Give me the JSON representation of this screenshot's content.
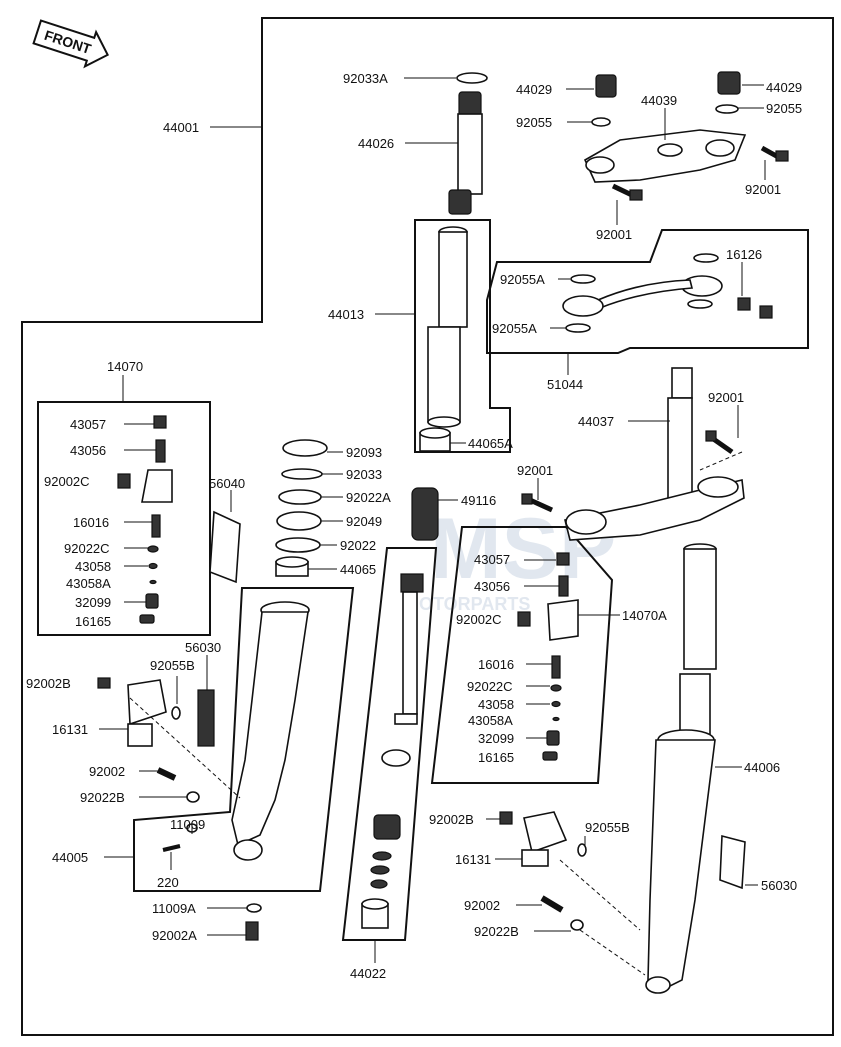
{
  "front_badge": "FRONT",
  "watermark": {
    "logo": "MSP",
    "text": "MOTORPARTS"
  },
  "labels": {
    "p92033A": "92033A",
    "p44001": "44001",
    "p44026": "44026",
    "p44013": "44013",
    "p44065A": "44065A",
    "p44029a": "44029",
    "p44029b": "44029",
    "p44039": "44039",
    "p92055a": "92055",
    "p92055b": "92055",
    "p92001a": "92001",
    "p92001b": "92001",
    "p16126": "16126",
    "p92055A1": "92055A",
    "p92055A2": "92055A",
    "p51044": "51044",
    "p44037": "44037",
    "p92001c": "92001",
    "p92001d": "92001",
    "p14070": "14070",
    "p43057a": "43057",
    "p43056a": "43056",
    "p92002Ca": "92002C",
    "p16016a": "16016",
    "p92022Ca": "92022C",
    "p43058a": "43058",
    "p43058Aa": "43058A",
    "p32099a": "32099",
    "p16165a": "16165",
    "p56040": "56040",
    "p92093": "92093",
    "p92033": "92033",
    "p92022A": "92022A",
    "p92049": "92049",
    "p92022": "92022",
    "p44065": "44065",
    "p49116": "49116",
    "p43057b": "43057",
    "p43056b": "43056",
    "p92002Cb": "92002C",
    "p14070A": "14070A",
    "p16016b": "16016",
    "p92022Cb": "92022C",
    "p43058b": "43058",
    "p43058Ab": "43058A",
    "p32099b": "32099",
    "p16165b": "16165",
    "p56030a": "56030",
    "p92055Ba": "92055B",
    "p92002Ba": "92002B",
    "p16131a": "16131",
    "p92002a": "92002",
    "p92022Ba": "92022B",
    "p11009": "11009",
    "p44005": "44005",
    "p220": "220",
    "p11009A": "11009A",
    "p92002A": "92002A",
    "p44022": "44022",
    "p44006": "44006",
    "p92002Bb": "92002B",
    "p92055Bb": "92055B",
    "p16131b": "16131",
    "p56030b": "56030",
    "p92002b": "92002",
    "p92022Bb": "92022B"
  }
}
